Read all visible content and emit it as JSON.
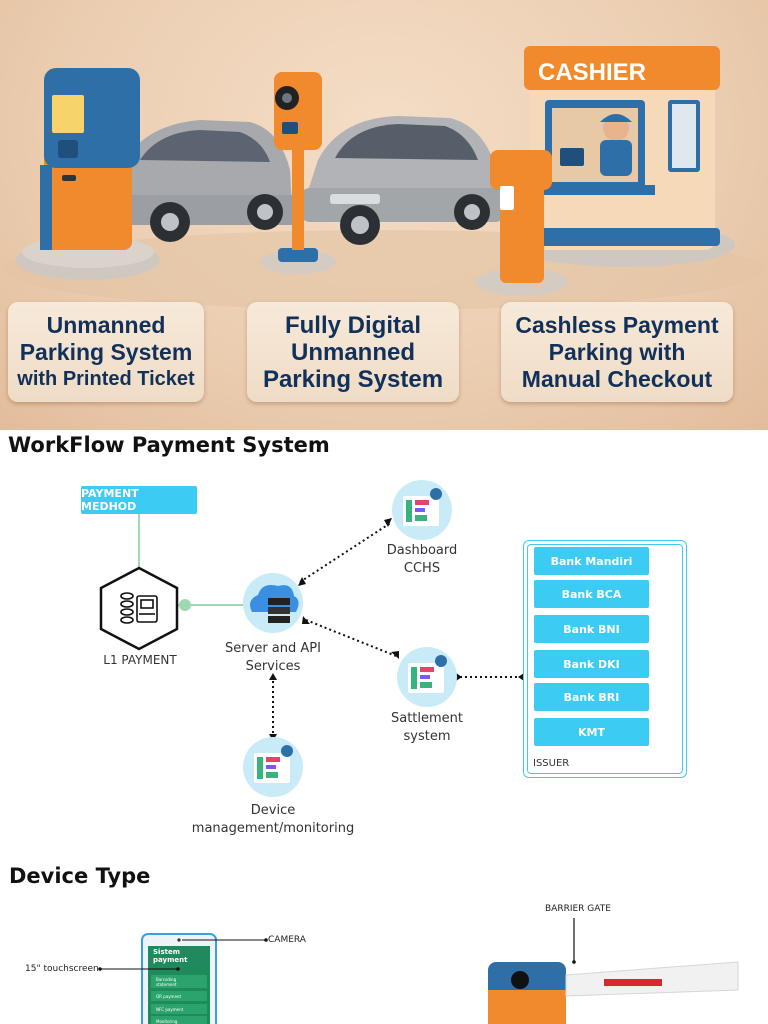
{
  "hero": {
    "cards": [
      {
        "lines": [
          "Unmanned",
          "Parking System",
          "with Printed Ticket"
        ]
      },
      {
        "lines": [
          "Fully Digital",
          "Unmanned",
          "Parking System"
        ]
      },
      {
        "lines": [
          "Cashless Payment",
          "Parking with",
          "Manual Checkout"
        ]
      }
    ],
    "cashier_sign": "CASHIER"
  },
  "workflow": {
    "title": "WorkFlow Payment System",
    "payment_method": "PAYMENT MEDHOD",
    "nodes": {
      "l1_payment": "L1 PAYMENT",
      "server": [
        "Server and API",
        "Services"
      ],
      "dashboard": [
        "Dashboard",
        "CCHS"
      ],
      "settlement": [
        "Sattlement",
        "system"
      ],
      "device": [
        "Device",
        "management/monitoring"
      ]
    },
    "issuer": {
      "label": "ISSUER",
      "banks": [
        "Bank Mandiri",
        "Bank BCA",
        "Bank BNI",
        "Bank DKI",
        "Bank BRI",
        "KMT"
      ]
    },
    "colors": {
      "accent": "#3ccbf2",
      "connector": "#9fd8b3"
    }
  },
  "device_type": {
    "title": "Device Type",
    "labels": {
      "camera": "CAMERA",
      "touchscreen": "15\" touchscreen",
      "barrier": "BARRIER GATE"
    },
    "screen": {
      "title": [
        "Sistem",
        "payment"
      ],
      "items": [
        "Barcoding",
        "statement",
        "QR payment",
        "NFC payment",
        "Monitoring"
      ]
    }
  }
}
